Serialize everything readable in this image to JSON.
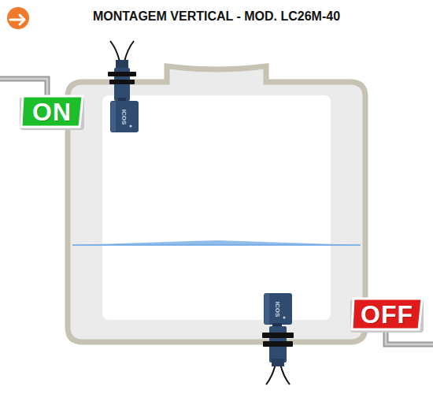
{
  "diagram": {
    "title": "MONTAGEM VERTICAL - MOD. LC26M-40",
    "nodes": [
      {
        "text": [
          "ON"
        ]
      },
      {
        "text": [
          "OFF"
        ]
      }
    ],
    "labels": [
      "ICOS",
      "ICOS"
    ]
  }
}
